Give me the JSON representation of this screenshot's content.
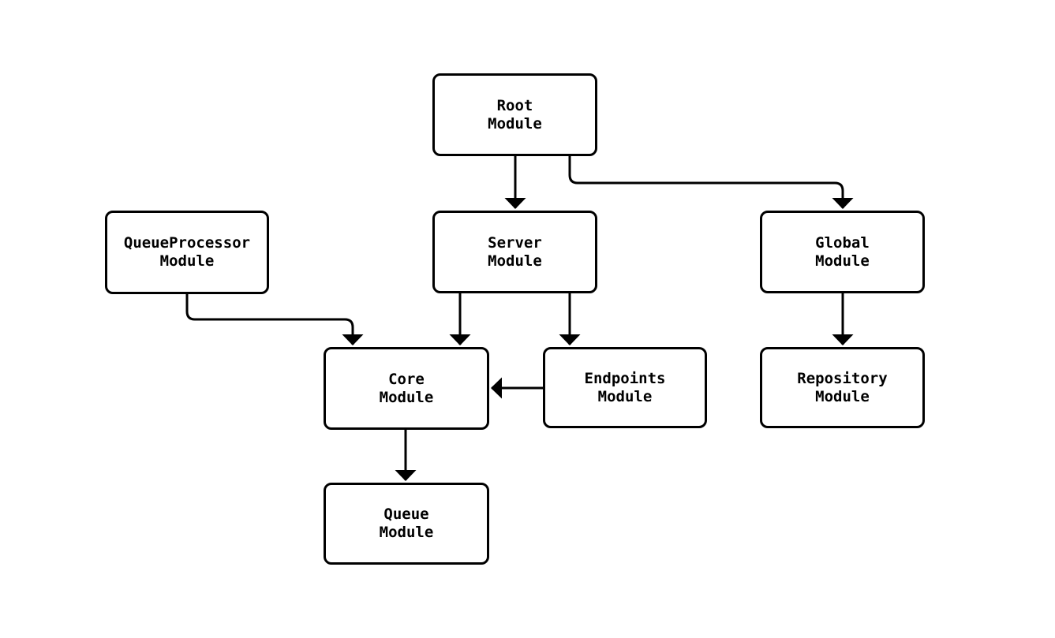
{
  "diagram": {
    "type": "module-dependency-flowchart",
    "background_color": "#ffffff",
    "node_fill_color": "#ffffff",
    "node_border_color": "#000000",
    "edge_color": "#000000",
    "text_color": "#000000",
    "nodes": [
      {
        "id": "root",
        "line1": "Root",
        "line2": "Module"
      },
      {
        "id": "queueprocessor",
        "line1": "QueueProcessor",
        "line2": "Module"
      },
      {
        "id": "server",
        "line1": "Server",
        "line2": "Module"
      },
      {
        "id": "global",
        "line1": "Global",
        "line2": "Module"
      },
      {
        "id": "core",
        "line1": "Core",
        "line2": "Module"
      },
      {
        "id": "endpoints",
        "line1": "Endpoints",
        "line2": "Module"
      },
      {
        "id": "repository",
        "line1": "Repository",
        "line2": "Module"
      },
      {
        "id": "queue",
        "line1": "Queue",
        "line2": "Module"
      }
    ],
    "edges": [
      {
        "from": "root",
        "to": "server"
      },
      {
        "from": "root",
        "to": "global"
      },
      {
        "from": "queueprocessor",
        "to": "core"
      },
      {
        "from": "server",
        "to": "core"
      },
      {
        "from": "server",
        "to": "endpoints"
      },
      {
        "from": "global",
        "to": "repository"
      },
      {
        "from": "endpoints",
        "to": "core"
      },
      {
        "from": "core",
        "to": "queue"
      }
    ]
  }
}
